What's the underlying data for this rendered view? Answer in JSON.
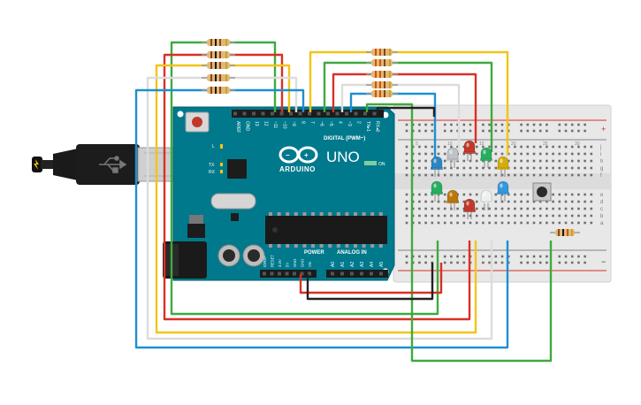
{
  "arduino": {
    "brand": "ARDUINO",
    "model": "UNO",
    "digital_label": "DIGITAL (PWM~)",
    "power_label": "POWER",
    "analog_label": "ANALOG IN",
    "on_label": "ON",
    "tx_label": "TX",
    "rx_label": "RX",
    "l_label": "L",
    "header_top_labels": [
      "AREF",
      "GND",
      "13",
      "12",
      "~11",
      "~10",
      "~9",
      "8",
      "7",
      "~6",
      "~5",
      "4",
      "~3",
      "2",
      "TX▸1",
      "RX◂0"
    ],
    "header_power_labels": [
      "IOREF",
      "RESET",
      "3.3V",
      "5V",
      "GND",
      "GND",
      "Vin"
    ],
    "header_analog_labels": [
      "A0",
      "A1",
      "A2",
      "A3",
      "A4",
      "A5"
    ]
  },
  "breadboard": {
    "row_labels_top": [
      "j",
      "i",
      "h",
      "g",
      "f"
    ],
    "row_labels_bottom": [
      "e",
      "d",
      "c",
      "b",
      "a"
    ],
    "column_numbers": [
      "5",
      "10",
      "15",
      "20",
      "25",
      "30"
    ],
    "rail_plus": "+",
    "rail_minus": "−"
  },
  "components": {
    "led_colors_top": [
      "#2e86c1",
      "#bdc3c7",
      "#c0392b",
      "#27ae60",
      "#d4ac0d"
    ],
    "led_colors_bottom": [
      "#27ae60",
      "#b9770e",
      "#c0392b",
      "#ecf0f1",
      "#3498db"
    ],
    "wire_colors": {
      "green": "#3eaa3e",
      "red": "#d93025",
      "yellow": "#f2c418",
      "white": "#dcdcdc",
      "blue": "#1f8fd1",
      "black": "#222222"
    },
    "usb_icon": "usb-icon",
    "power_icon": "lightning-icon"
  }
}
